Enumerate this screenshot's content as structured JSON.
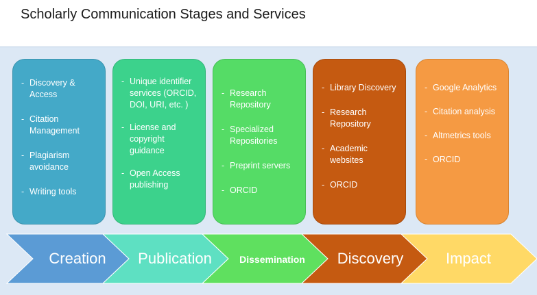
{
  "title": "Scholarly Communication Stages and Services",
  "stages": [
    {
      "label": "Creation",
      "color": "#5b9bd5",
      "items": [
        "Discovery & Access",
        "Citation Management",
        "Plagiarism avoidance",
        "Writing tools"
      ]
    },
    {
      "label": "Publication",
      "color": "#5ee0c2",
      "items": [
        "Unique identifier services (ORCID, DOI, URI, etc. )",
        "License and copyright guidance",
        "Open Access publishing"
      ]
    },
    {
      "label": "Dissemination",
      "color": "#5fe05f",
      "items": [
        "Research Repository",
        "Specialized Repositories",
        "Preprint servers",
        "ORCID"
      ]
    },
    {
      "label": "Discovery",
      "color": "#c55a11",
      "items": [
        "Library Discovery",
        "Research Repository",
        "Academic websites",
        "ORCID"
      ]
    },
    {
      "label": "Impact",
      "color": "#ffd966",
      "items": [
        "Google Analytics",
        "Citation analysis",
        "Altmetrics tools",
        "ORCID"
      ]
    }
  ]
}
